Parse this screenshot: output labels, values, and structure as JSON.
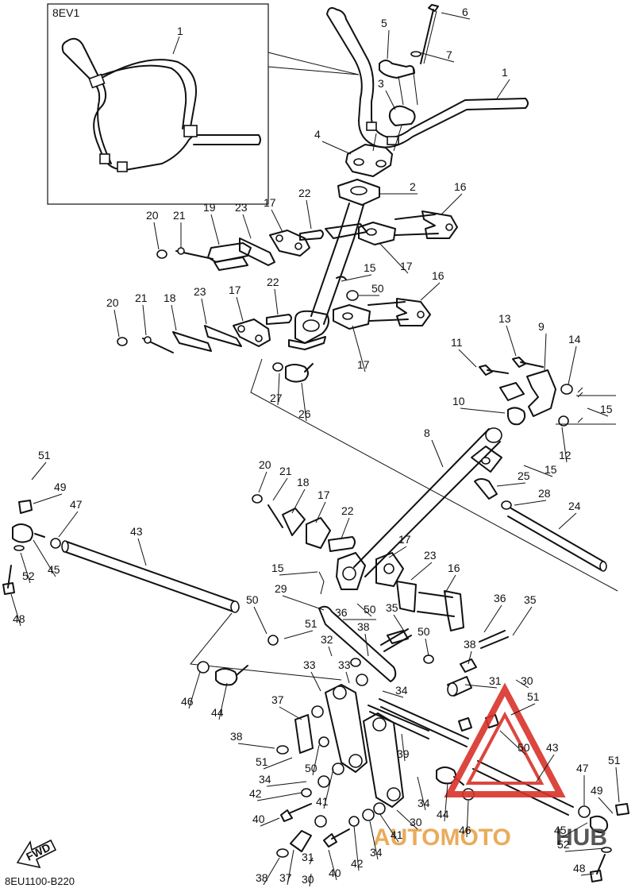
{
  "diagram": {
    "inset_code": "8EV1",
    "footer_code": "8EU1100-B220",
    "fwd_label": "FWD",
    "watermark": {
      "part1": "AUTOMOTO",
      "part2": "HUB",
      "color1": "#e8a24a",
      "color2": "#444444",
      "logo_color": "#d9332a"
    },
    "inset_callout": "1",
    "callouts": [
      {
        "id": "c6",
        "text": "6"
      },
      {
        "id": "c5",
        "text": "5"
      },
      {
        "id": "c7",
        "text": "7"
      },
      {
        "id": "c3",
        "text": "3"
      },
      {
        "id": "c1",
        "text": "1"
      },
      {
        "id": "c4",
        "text": "4"
      },
      {
        "id": "c2",
        "text": "2"
      },
      {
        "id": "c16a",
        "text": "16"
      },
      {
        "id": "c22a",
        "text": "22"
      },
      {
        "id": "c17a",
        "text": "17"
      },
      {
        "id": "c23a",
        "text": "23"
      },
      {
        "id": "c19",
        "text": "19"
      },
      {
        "id": "c21a",
        "text": "21"
      },
      {
        "id": "c20a",
        "text": "20"
      },
      {
        "id": "c17b",
        "text": "17"
      },
      {
        "id": "c15a",
        "text": "15"
      },
      {
        "id": "c50a",
        "text": "50"
      },
      {
        "id": "c16b",
        "text": "16"
      },
      {
        "id": "c22b",
        "text": "22"
      },
      {
        "id": "c17c",
        "text": "17"
      },
      {
        "id": "c23b",
        "text": "23"
      },
      {
        "id": "c18a",
        "text": "18"
      },
      {
        "id": "c21b",
        "text": "21"
      },
      {
        "id": "c20b",
        "text": "20"
      },
      {
        "id": "c17d",
        "text": "17"
      },
      {
        "id": "c13",
        "text": "13"
      },
      {
        "id": "c9",
        "text": "9"
      },
      {
        "id": "c11",
        "text": "11"
      },
      {
        "id": "c14",
        "text": "14"
      },
      {
        "id": "c27",
        "text": "27"
      },
      {
        "id": "c26",
        "text": "26"
      },
      {
        "id": "c10",
        "text": "10"
      },
      {
        "id": "c15b",
        "text": "15"
      },
      {
        "id": "c12",
        "text": "12"
      },
      {
        "id": "c8",
        "text": "8"
      },
      {
        "id": "c15c",
        "text": "15"
      },
      {
        "id": "c25",
        "text": "25"
      },
      {
        "id": "c28",
        "text": "28"
      },
      {
        "id": "c24",
        "text": "24"
      },
      {
        "id": "c51a",
        "text": "51"
      },
      {
        "id": "c49a",
        "text": "49"
      },
      {
        "id": "c47a",
        "text": "47"
      },
      {
        "id": "c43a",
        "text": "43"
      },
      {
        "id": "c20c",
        "text": "20"
      },
      {
        "id": "c21c",
        "text": "21"
      },
      {
        "id": "c18b",
        "text": "18"
      },
      {
        "id": "c17e",
        "text": "17"
      },
      {
        "id": "c22c",
        "text": "22"
      },
      {
        "id": "c52a",
        "text": "52"
      },
      {
        "id": "c45a",
        "text": "45"
      },
      {
        "id": "c48a",
        "text": "48"
      },
      {
        "id": "c17f",
        "text": "17"
      },
      {
        "id": "c23c",
        "text": "23"
      },
      {
        "id": "c16c",
        "text": "16"
      },
      {
        "id": "c15d",
        "text": "15"
      },
      {
        "id": "c29",
        "text": "29"
      },
      {
        "id": "c50b",
        "text": "50"
      },
      {
        "id": "c36a",
        "text": "36"
      },
      {
        "id": "c50c",
        "text": "50"
      },
      {
        "id": "c35a",
        "text": "35"
      },
      {
        "id": "c36b",
        "text": "36"
      },
      {
        "id": "c35b",
        "text": "35"
      },
      {
        "id": "c51b",
        "text": "51"
      },
      {
        "id": "c38a",
        "text": "38"
      },
      {
        "id": "c50d",
        "text": "50"
      },
      {
        "id": "c38b",
        "text": "38"
      },
      {
        "id": "c32",
        "text": "32"
      },
      {
        "id": "c33a",
        "text": "33"
      },
      {
        "id": "c33b",
        "text": "33"
      },
      {
        "id": "c46a",
        "text": "46"
      },
      {
        "id": "c44a",
        "text": "44"
      },
      {
        "id": "c34a",
        "text": "34"
      },
      {
        "id": "c31a",
        "text": "31"
      },
      {
        "id": "c30a",
        "text": "30"
      },
      {
        "id": "c51c",
        "text": "51"
      },
      {
        "id": "c37a",
        "text": "37"
      },
      {
        "id": "c38c",
        "text": "38"
      },
      {
        "id": "c39",
        "text": "39"
      },
      {
        "id": "c50e",
        "text": "50"
      },
      {
        "id": "c43b",
        "text": "43"
      },
      {
        "id": "c51d",
        "text": "51"
      },
      {
        "id": "c50f",
        "text": "50"
      },
      {
        "id": "c34b",
        "text": "34"
      },
      {
        "id": "c42a",
        "text": "42"
      },
      {
        "id": "c41a",
        "text": "41"
      },
      {
        "id": "c47b",
        "text": "47"
      },
      {
        "id": "c51e",
        "text": "51"
      },
      {
        "id": "c34c",
        "text": "34"
      },
      {
        "id": "c44b",
        "text": "44"
      },
      {
        "id": "c49b",
        "text": "49"
      },
      {
        "id": "c40a",
        "text": "40"
      },
      {
        "id": "c30b",
        "text": "30"
      },
      {
        "id": "c41b",
        "text": "41"
      },
      {
        "id": "c46b",
        "text": "46"
      },
      {
        "id": "c45b",
        "text": "45"
      },
      {
        "id": "c52b",
        "text": "52"
      },
      {
        "id": "c34d",
        "text": "34"
      },
      {
        "id": "c31b",
        "text": "31"
      },
      {
        "id": "c40b",
        "text": "40"
      },
      {
        "id": "c42b",
        "text": "42"
      },
      {
        "id": "c48b",
        "text": "48"
      },
      {
        "id": "c38d",
        "text": "38"
      },
      {
        "id": "c37b",
        "text": "37"
      },
      {
        "id": "c30c",
        "text": "30"
      }
    ]
  }
}
